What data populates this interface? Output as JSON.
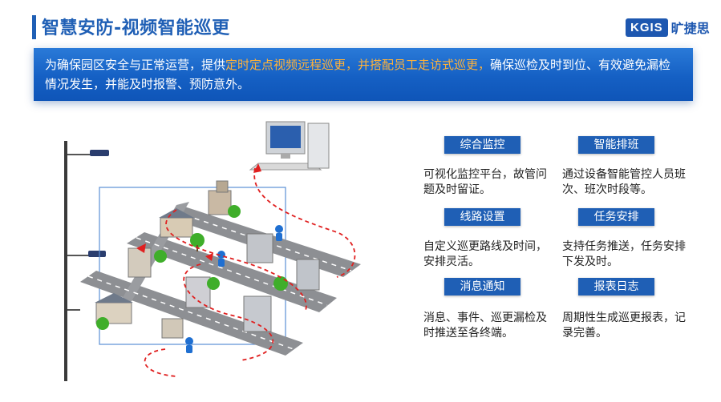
{
  "header": {
    "title": "智慧安防-视频智能巡更",
    "logo_text": "KGIS",
    "logo_cn": "旷捷思"
  },
  "banner": {
    "part1": "为确保园区安全与正常运营，提供",
    "highlight": "定时定点视频远程巡更，并搭配员工走访式巡更，",
    "part2": "确保巡检及时到位、有效避免漏检情况发生，并能及时报警、预防意外。"
  },
  "features": [
    {
      "label": "综合监控",
      "desc": "可视化监控平台，故管问题及时留证。"
    },
    {
      "label": "智能排班",
      "desc": "通过设备智能管控人员班次、班次时段等。"
    },
    {
      "label": "线路设置",
      "desc": "自定义巡更路线及时间，安排灵活。"
    },
    {
      "label": "任务安排",
      "desc": "支持任务推送，任务安排下发及时。"
    },
    {
      "label": "消息通知",
      "desc": "消息、事件、巡更漏检及时推送至各终端。"
    },
    {
      "label": "报表日志",
      "desc": "周期性生成巡更报表，记录完善。"
    }
  ],
  "colors": {
    "accent": "#1f5fb5",
    "highlight": "#ffb23a",
    "route": "#e02020"
  }
}
